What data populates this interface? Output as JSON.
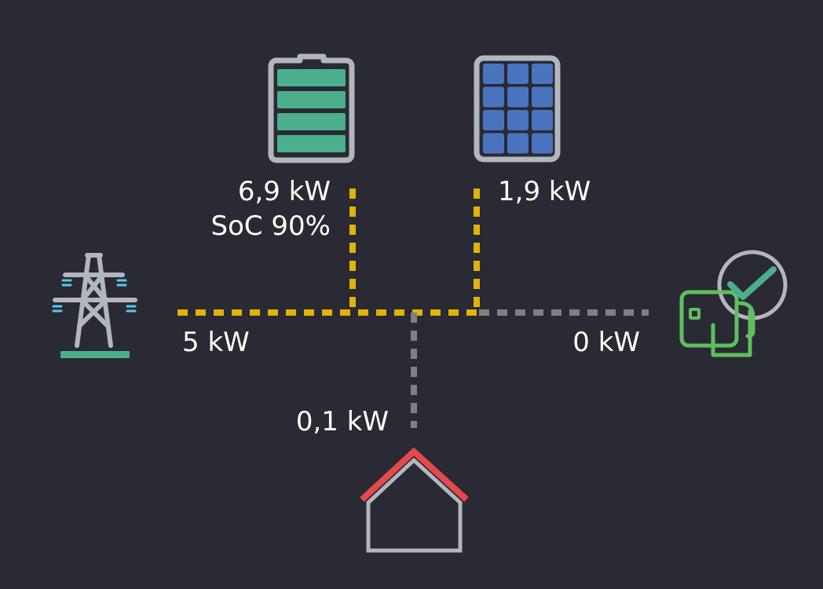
{
  "colors": {
    "background": "#2a2a35",
    "flow_active": "#e0b400",
    "flow_idle": "#808080",
    "device_outline": "#b2b6bd",
    "battery_fill": "#4caf8c",
    "solar_fill": "#4a74bf",
    "grid_accent": "#5bc8e8",
    "grid_base": "#4caf8c",
    "house_roof": "#e8474b",
    "charger": "#5fbf5f",
    "charger_check": "#4caf8c"
  },
  "icons": {
    "battery": "battery-icon",
    "solar": "solar-panel-icon",
    "grid": "power-grid-icon",
    "house": "house-icon",
    "charger": "ev-charger-icon",
    "check": "checkmark-icon"
  },
  "battery": {
    "power": "6,9 kW",
    "soc": "SoC 90%"
  },
  "solar": {
    "power": "1,9 kW"
  },
  "grid": {
    "power": "5 kW"
  },
  "house": {
    "power": "0,1 kW"
  },
  "charger": {
    "power": "0 kW"
  }
}
